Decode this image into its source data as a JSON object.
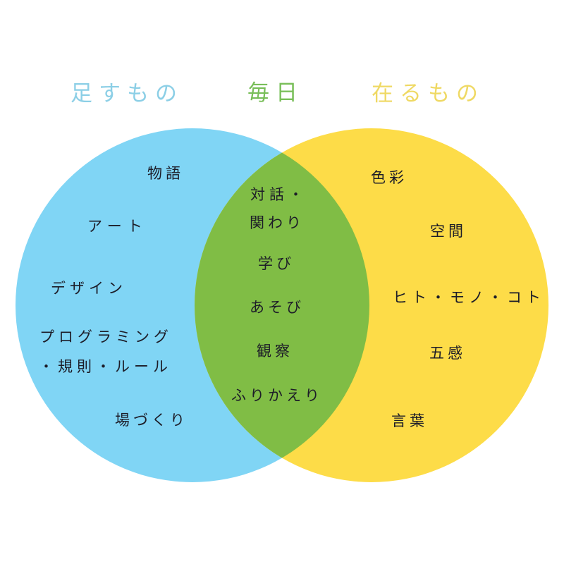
{
  "headings": {
    "left": {
      "text": "足すもの",
      "color": "#8CCFE6"
    },
    "center": {
      "text": "毎日",
      "color": "#78BE58"
    },
    "right": {
      "text": "在るもの",
      "color": "#EFD964"
    }
  },
  "colors": {
    "left_circle": "#80D5F5",
    "right_circle": "#FDDC48",
    "intersection": "#80BD45",
    "label_text": "#1d1d28"
  },
  "left_items": [
    "物語",
    "アート",
    "デザイン",
    "プログラミング",
    "・規則・ルール",
    "場づくり"
  ],
  "center_items": [
    "対話・",
    "関わり",
    "学び",
    "あそび",
    "観察",
    "ふりかえり"
  ],
  "right_items": [
    "色彩",
    "空間",
    "ヒト・モノ・コト",
    "五感",
    "言葉"
  ]
}
